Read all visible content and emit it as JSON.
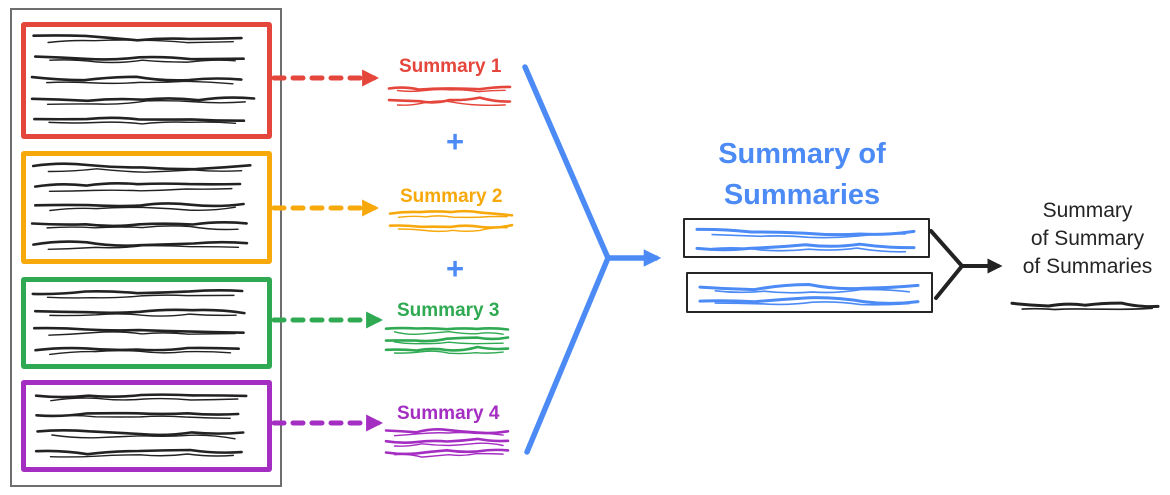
{
  "colors": {
    "red": "#E5463C",
    "yellow": "#F7A80B",
    "green": "#2FA952",
    "purple": "#A42DC2",
    "blue": "#4C8BF5",
    "ink": "#222222",
    "panel_border": "#6E6E6E"
  },
  "source_panel": {
    "documents": [
      {
        "name": "document-1",
        "color": "red",
        "text_line_count": 5
      },
      {
        "name": "document-2",
        "color": "yellow",
        "text_line_count": 5
      },
      {
        "name": "document-3",
        "color": "green",
        "text_line_count": 4
      },
      {
        "name": "document-4",
        "color": "purple",
        "text_line_count": 4
      }
    ]
  },
  "summaries": [
    {
      "label": "Summary 1",
      "color": "red",
      "scribble_line_count": 2
    },
    {
      "label": "Summary 2",
      "color": "yellow",
      "scribble_line_count": 2
    },
    {
      "label": "Summary 3",
      "color": "green",
      "scribble_line_count": 3
    },
    {
      "label": "Summary 4",
      "color": "purple",
      "scribble_line_count": 3
    }
  ],
  "plus_sign": "+",
  "summary_of_summaries": {
    "title_lines": [
      "Summary of",
      "Summaries"
    ],
    "color": "blue",
    "box_count": 2,
    "scribble_lines_per_box": 2
  },
  "final_summary": {
    "title_lines": [
      "Summary",
      "of Summary",
      "of Summaries"
    ],
    "color": "ink",
    "scribble_line_count": 1
  }
}
